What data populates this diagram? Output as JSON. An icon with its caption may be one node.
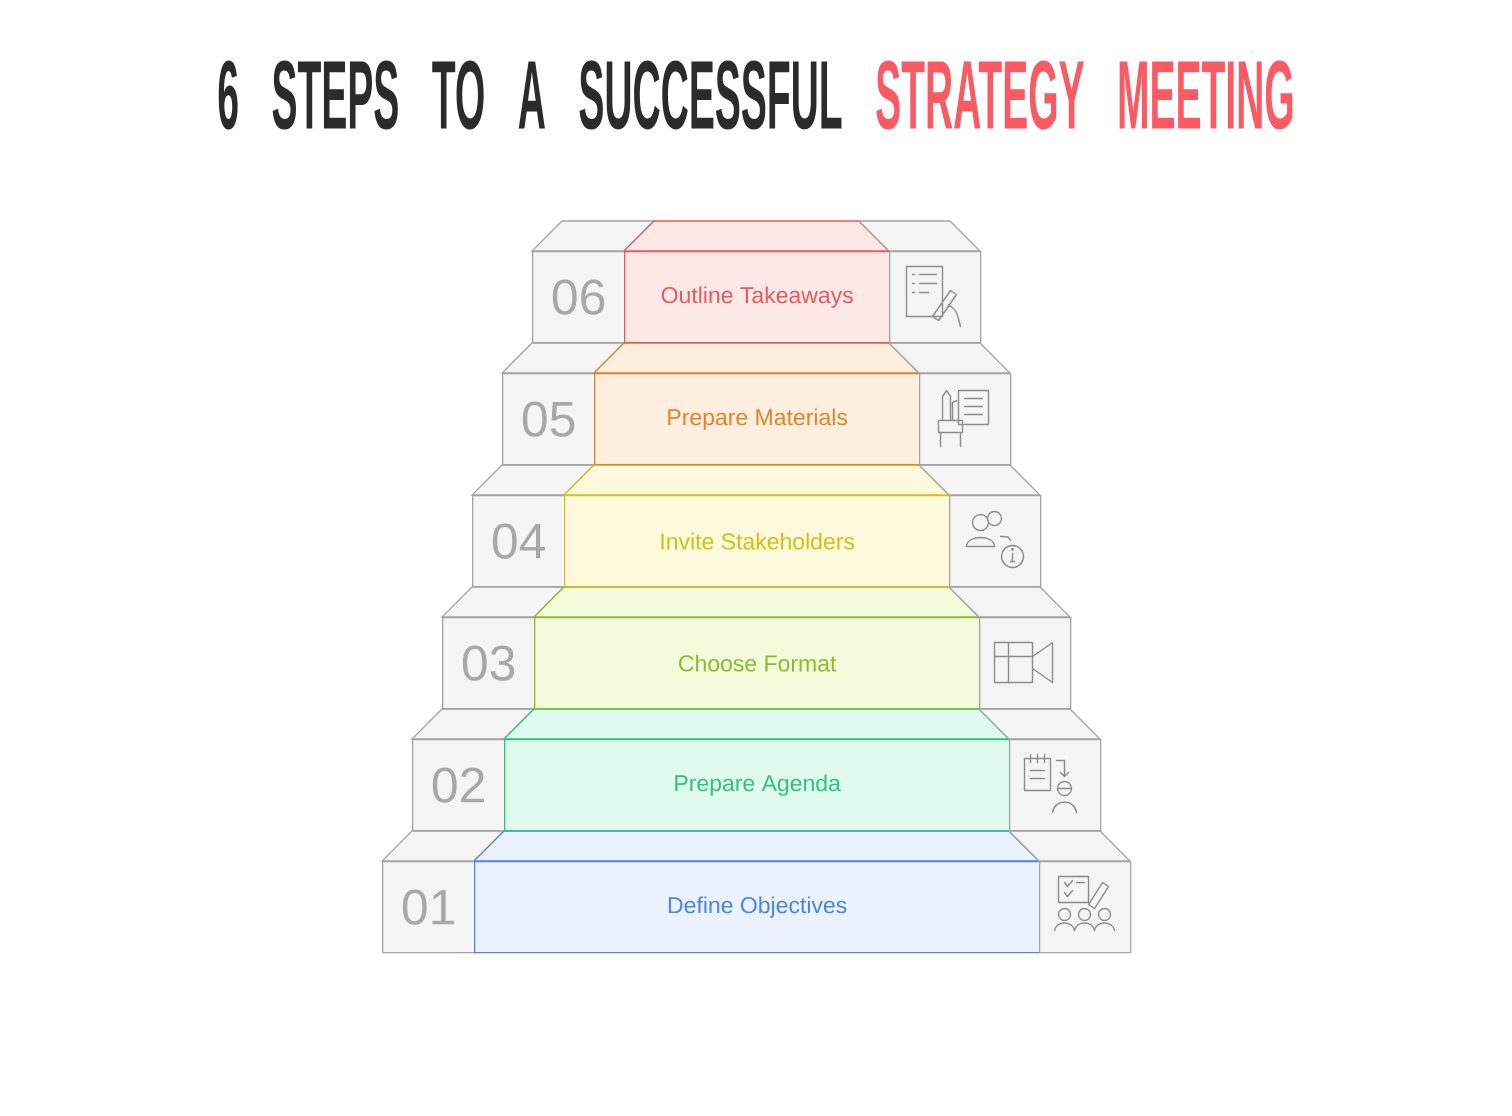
{
  "diagram": {
    "title": "6 STEPS TO A SUCCESSFUL **STRATEGY MEETING**",
    "nodes": [
      {
        "text": [
          "06"
        ]
      },
      {
        "text": [
          "Outline Takeaways"
        ]
      },
      {
        "text": [],
        "shape": "box"
      },
      {
        "text": [
          "05"
        ]
      },
      {
        "text": [
          "Prepare Materials"
        ]
      },
      {
        "text": [],
        "shape": "box"
      },
      {
        "text": [
          "04"
        ]
      },
      {
        "text": [
          "Invite Stakeholders"
        ]
      },
      {
        "text": [],
        "shape": "box"
      },
      {
        "text": [
          "03"
        ]
      },
      {
        "text": [
          "Choose Format"
        ]
      },
      {
        "text": [],
        "shape": "box"
      },
      {
        "text": [
          "02"
        ]
      },
      {
        "text": [
          "Prepare Agenda"
        ]
      },
      {
        "text": [],
        "shape": "box"
      },
      {
        "text": [
          "01"
        ]
      },
      {
        "text": [
          "Define Objectives"
        ]
      },
      {
        "text": [],
        "shape": "box"
      }
    ]
  }
}
